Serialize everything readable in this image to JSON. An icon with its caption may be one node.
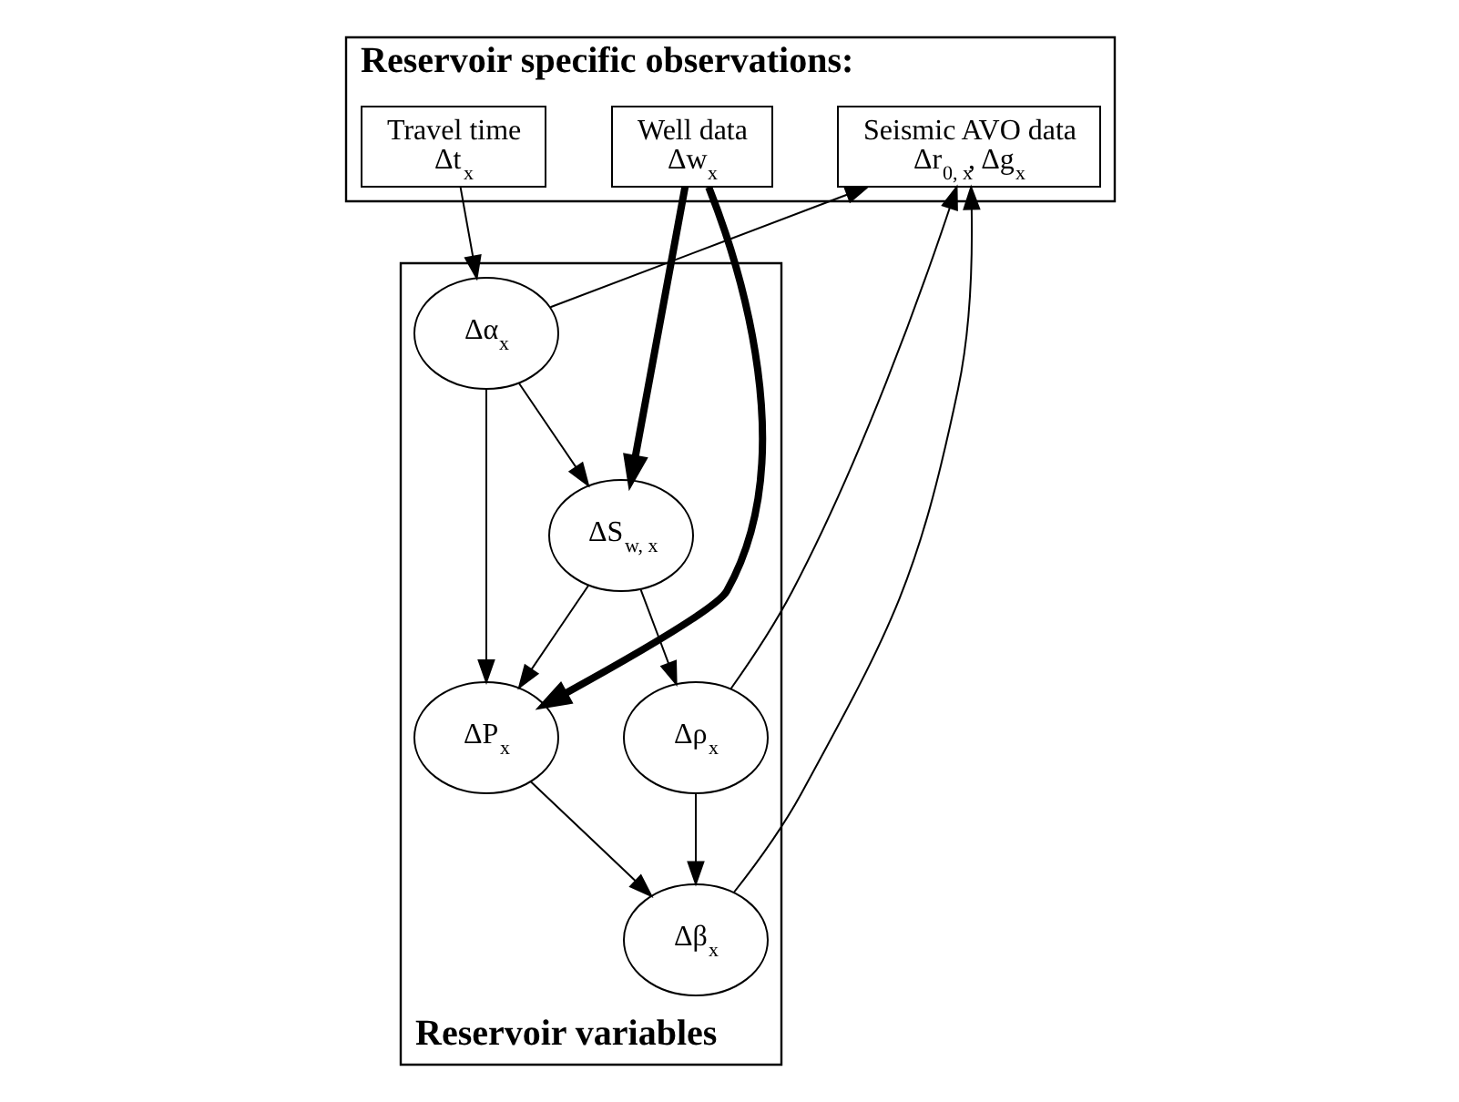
{
  "diagram": {
    "nodes": [
      {
        "text": [
          "Reservoir specific observations:"
        ]
      },
      {
        "text": [
          "Travel time",
          "Δt$_{x}$"
        ],
        "in": 0
      },
      {
        "text": [
          "Seismic AVO data",
          "Δr$_{0, x}$, Δg$_{x}$"
        ],
        "in": 0
      },
      {
        "text": [
          "Well data",
          "Δw$_{x}$"
        ],
        "in": 0
      },
      {
        "text": [
          "Reservoir variables"
        ]
      },
      {
        "text": [
          "Δα$_{x}$"
        ],
        "in": 4
      },
      {
        "text": [
          "ΔS$_{w, x}$"
        ],
        "in": 4
      },
      {
        "text": [
          "Δρ$_{x}$"
        ],
        "in": 4
      },
      {
        "text": [
          "Δβ$_{x}$"
        ],
        "in": 4
      },
      {
        "text": [
          "ΔP$_{x}$"
        ],
        "in": 4
      }
    ],
    "edges": [
      {
        "from": 1,
        "to": 5,
        "arrow": "to"
      },
      {
        "from": 5,
        "to": 2,
        "arrow": "to"
      },
      {
        "from": 7,
        "to": 2,
        "arrow": "to"
      },
      {
        "from": 8,
        "to": 2,
        "arrow": "to"
      },
      {
        "from": 3,
        "to": 6,
        "arrow": "to",
        "style": "thick"
      },
      {
        "from": 3,
        "to": 9,
        "arrow": "to",
        "style": "thick"
      },
      {
        "from": 5,
        "to": 6,
        "arrow": "to"
      },
      {
        "from": 5,
        "to": 9,
        "arrow": "to"
      },
      {
        "from": 6,
        "to": 7,
        "arrow": "to"
      },
      {
        "from": 6,
        "to": 9,
        "arrow": "to"
      },
      {
        "from": 7,
        "to": 8,
        "arrow": "to"
      },
      {
        "from": 9,
        "to": 8,
        "arrow": "to"
      }
    ]
  }
}
